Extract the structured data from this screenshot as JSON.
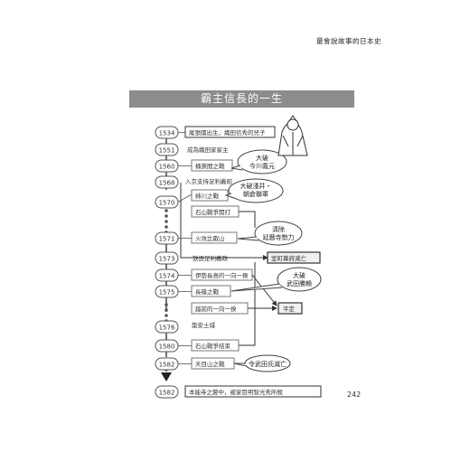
{
  "header": {
    "running_title": "最會說故事的日本史"
  },
  "figure": {
    "title": "霸主信長的一生",
    "years": [
      "1534",
      "1551",
      "1560",
      "1568",
      "1570",
      "1571",
      "1573",
      "1574",
      "1575",
      "1576",
      "1580",
      "1582",
      "1582"
    ],
    "events": {
      "birth": "尾張國出生，織田信秀的兒子",
      "heir": "成為織田家家主",
      "okehazama": "桶狹間之戰",
      "kyoto": "入京支持足利義昭",
      "anegawa": "姉川之戰",
      "ishiyama_start": "石山戰爭開打",
      "hieizan": "火攻比叡山",
      "exile": "放逐足利義政",
      "nagashima": "伊勢長島的一向一揆",
      "nagashino": "長篠之戰",
      "echizen": "越前的一向一揆",
      "azuchi": "築安土城",
      "ishiyama_end": "石山戰爭結束",
      "tenmokuzan": "天目山之戰",
      "honnoji": "本能寺之變中，被家臣明智光秀所殺"
    },
    "callouts": {
      "imagawa": [
        "大破",
        "今川義元"
      ],
      "asai": [
        "大破淺井・",
        "朝倉聯軍"
      ],
      "enryakuji": [
        "清除",
        "延曆寺勢力"
      ],
      "takeda": [
        "大破",
        "武田勝賴"
      ],
      "takeda_end": "令武田氏滅亡"
    },
    "results": {
      "muromachi": "室町幕府滅亡",
      "pacified": "平定"
    }
  },
  "footer": {
    "page_number": "242"
  }
}
